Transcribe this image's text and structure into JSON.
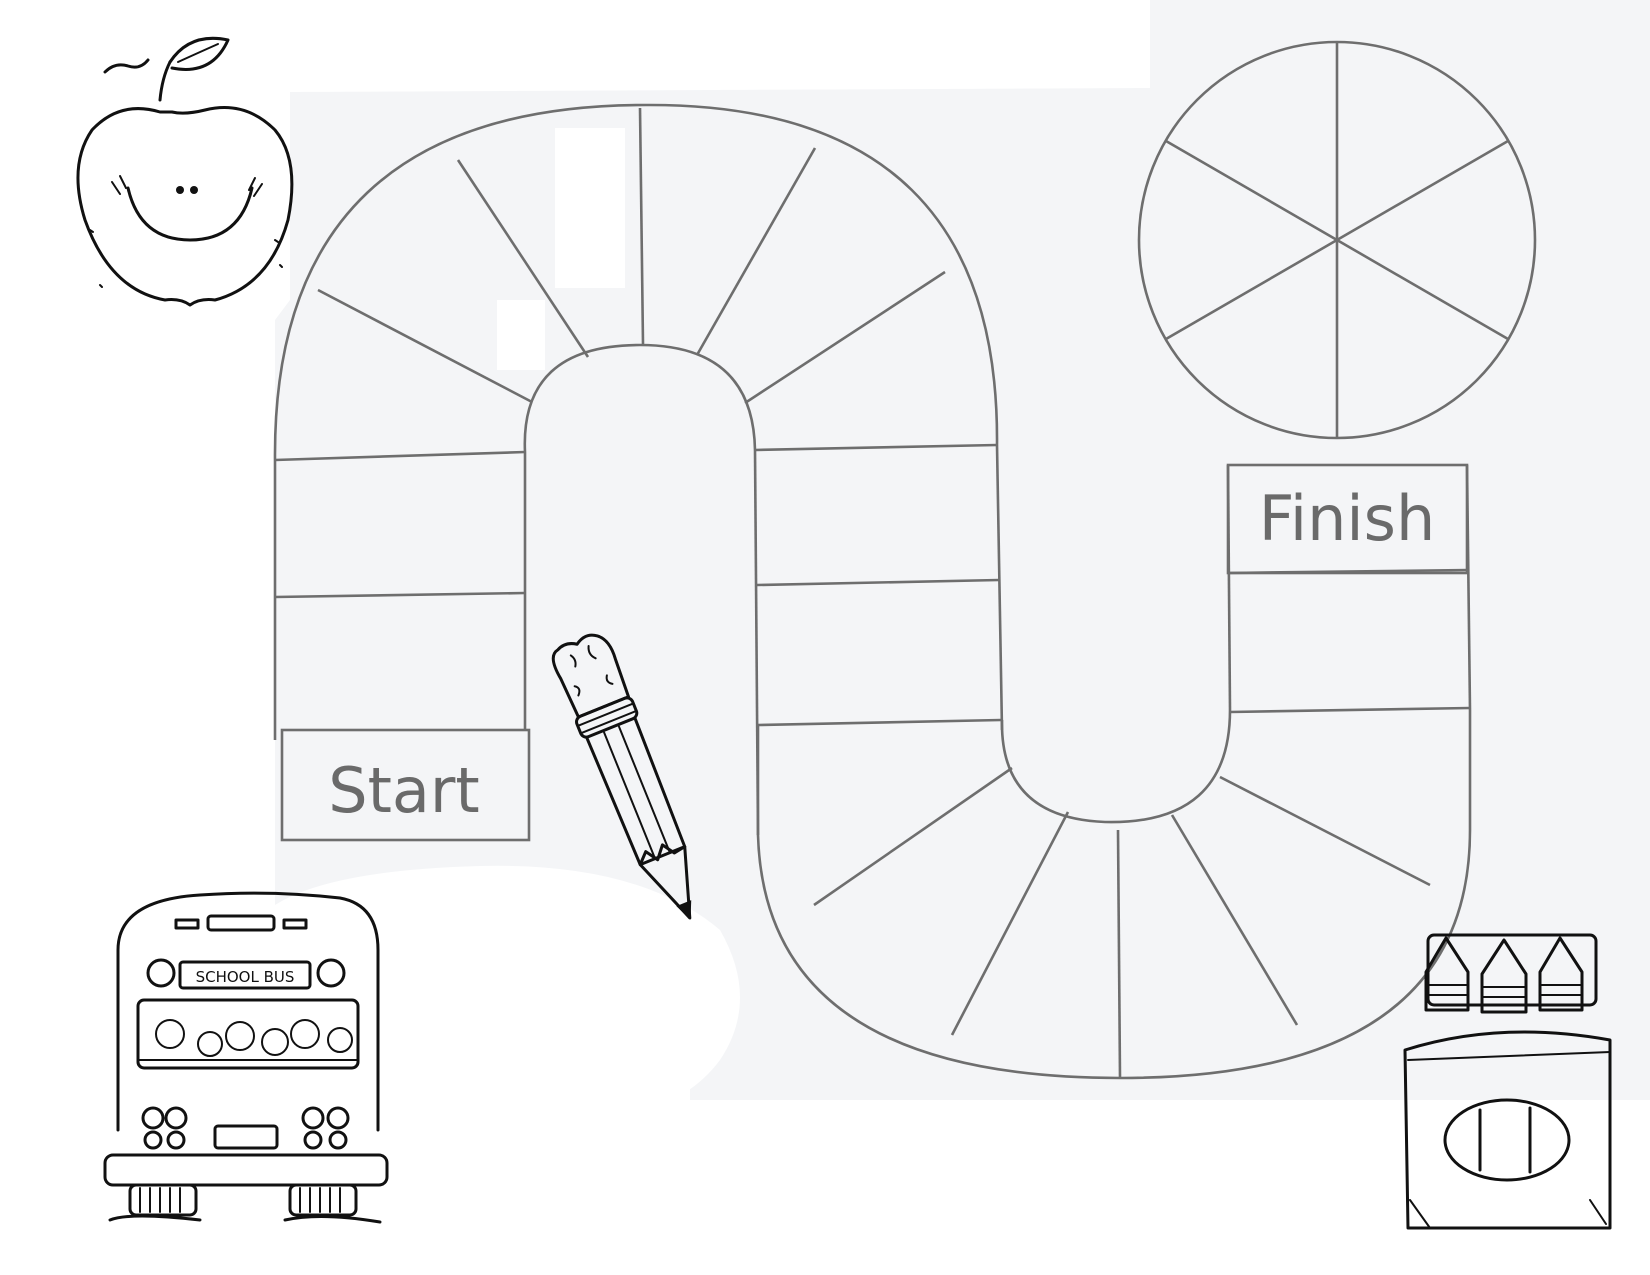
{
  "board": {
    "start_label": "Start",
    "finish_label": "Finish",
    "spinner_sections": 6
  },
  "clipart": {
    "apple_icon": "smiling-apple",
    "pencil_icon": "pencil",
    "bus_icon": "school-bus",
    "bus_sign": "SCHOOL BUS",
    "crayons_icon": "crayon-box"
  },
  "colors": {
    "paper": "#f4f5f7",
    "path_line": "#6e6e6e",
    "ink": "#111111"
  }
}
